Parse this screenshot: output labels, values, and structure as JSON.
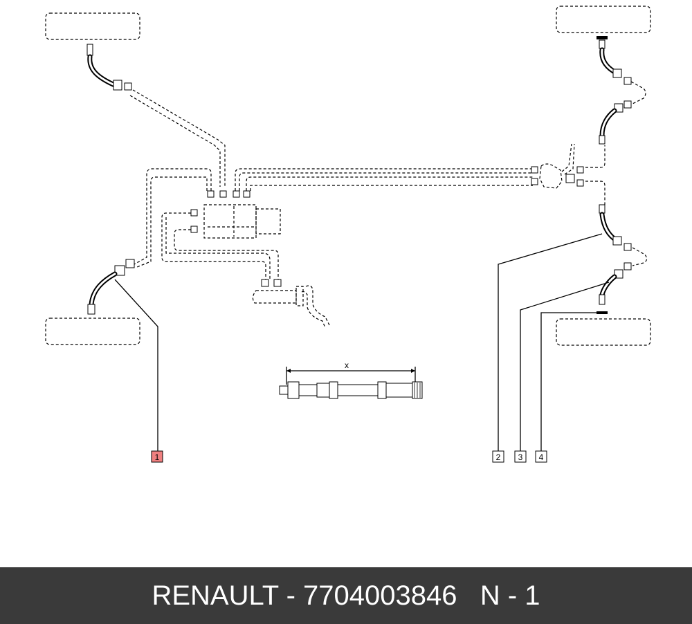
{
  "callouts": [
    {
      "id": "callout-1",
      "label": "1",
      "highlight": true
    },
    {
      "id": "callout-2",
      "label": "2",
      "highlight": false
    },
    {
      "id": "callout-3",
      "label": "3",
      "highlight": false
    },
    {
      "id": "callout-4",
      "label": "4",
      "highlight": false
    }
  ],
  "dimension": {
    "label": "x"
  },
  "footer": {
    "text": "RENAULT - 7704003846   N - 1"
  },
  "colors": {
    "highlight": "#f08080",
    "footer_bg": "#3a3a3a",
    "footer_text": "#ffffff"
  }
}
